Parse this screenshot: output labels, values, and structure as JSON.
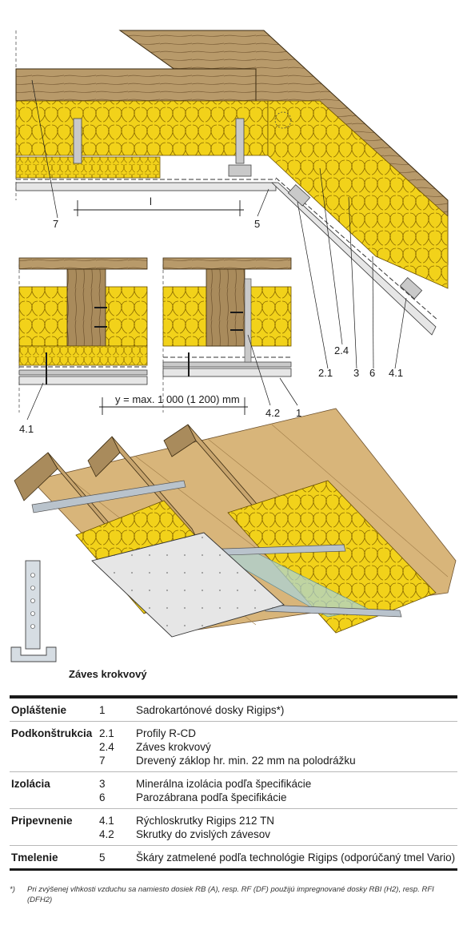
{
  "drawing": {
    "dimension_l": "l",
    "dimension_y": "y = max. 1 000 (1 200) mm",
    "callouts": {
      "c7": "7",
      "c5": "5",
      "c41_left": "4.1",
      "c42": "4.2",
      "c1": "1",
      "c21": "2.1",
      "c24": "2.4",
      "c3": "3",
      "c6": "6",
      "c41_right": "4.1"
    },
    "hanger_caption": "Záves krokvový"
  },
  "legend": {
    "rows": [
      {
        "category": "Opláštenie",
        "items": [
          {
            "code": "1",
            "text": "Sadrokartónové dosky Rigips*)"
          }
        ]
      },
      {
        "category": "Podkonštrukcia",
        "items": [
          {
            "code": "2.1",
            "text": "Profily R-CD"
          },
          {
            "code": "2.4",
            "text": "Záves krokvový"
          },
          {
            "code": "7",
            "text": "Drevený záklop hr. min. 22 mm na polodrážku"
          }
        ]
      },
      {
        "category": "Izolácia",
        "items": [
          {
            "code": "3",
            "text": "Minerálna izolácia podľa špecifikácie"
          },
          {
            "code": "6",
            "text": "Parozábrana podľa špecifikácie"
          }
        ]
      },
      {
        "category": "Pripevnenie",
        "items": [
          {
            "code": "4.1",
            "text": "Rýchloskrutky Rigips 212 TN"
          },
          {
            "code": "4.2",
            "text": "Skrutky do zvislých závesov"
          }
        ]
      },
      {
        "category": "Tmelenie",
        "items": [
          {
            "code": "5",
            "text": "Škáry zatmelené podľa technológie Rigips (odporúčaný tmel Vario)"
          }
        ]
      }
    ],
    "footnote_mark": "*)",
    "footnote": "Pri zvýšenej vlhkosti vzduchu sa namiesto dosiek RB (A), resp. RF (DF) použijú impregnované dosky RBI (H2), resp. RFI (DFH2)"
  },
  "colors": {
    "insulation": "#f2d21a",
    "insulation_line": "#8a6a00",
    "timber": "#b89a6a",
    "timber_dark": "#7a5d36",
    "board": "#e6e6e6",
    "profile": "#b9c3cc",
    "vapor_barrier": "#a9d4dc"
  }
}
